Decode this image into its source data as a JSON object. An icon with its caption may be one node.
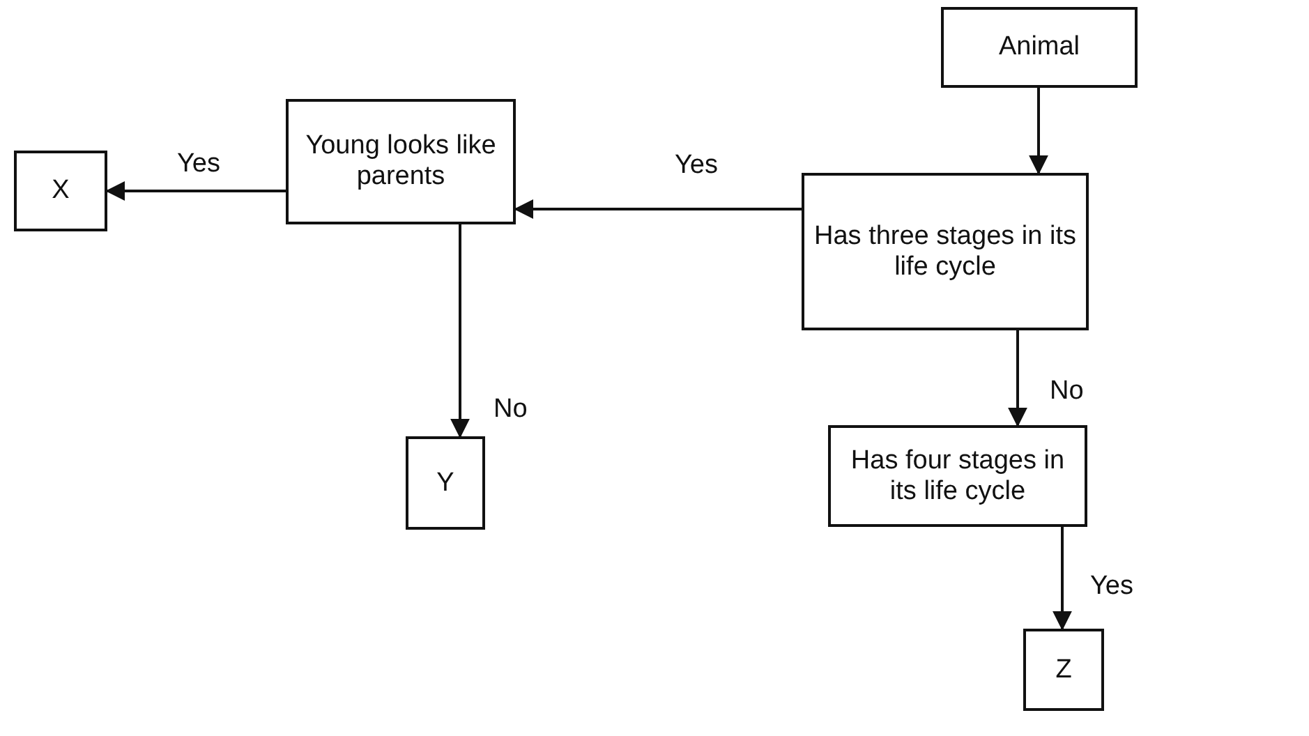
{
  "diagram": {
    "nodes": [
      {
        "text": [
          "Animal"
        ]
      },
      {
        "text": [
          "Has three stages in its life cycle"
        ]
      },
      {
        "text": [
          "Young looks like parents"
        ]
      },
      {
        "text": [
          "X"
        ]
      },
      {
        "text": [
          "Y"
        ]
      },
      {
        "text": [
          "Has four stages in its life cycle"
        ]
      },
      {
        "text": [
          "Z"
        ]
      }
    ],
    "edges": [
      {
        "from": 0,
        "to": 1,
        "arrow": "to"
      },
      {
        "from": 1,
        "to": 2,
        "arrow": "to",
        "label": "Yes"
      },
      {
        "from": 2,
        "to": 3,
        "arrow": "to",
        "label": "Yes"
      },
      {
        "from": 2,
        "to": 4,
        "arrow": "to",
        "label": "No"
      },
      {
        "from": 1,
        "to": 5,
        "arrow": "to",
        "label": "No"
      },
      {
        "from": 5,
        "to": 6,
        "arrow": "to",
        "label": "Yes"
      }
    ]
  }
}
